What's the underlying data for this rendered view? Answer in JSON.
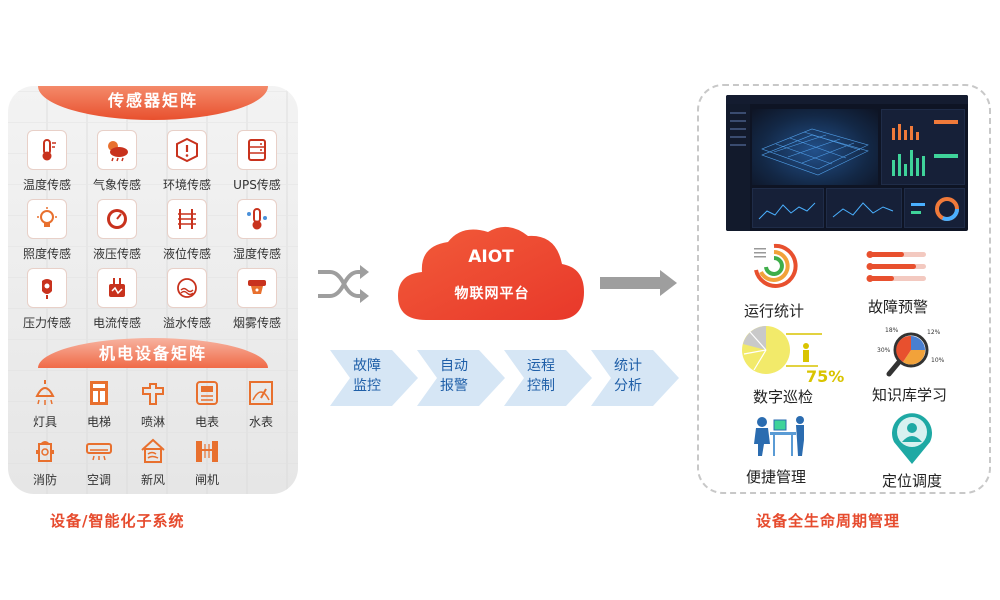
{
  "left": {
    "sensor_title": "传感器矩阵",
    "sensors": [
      {
        "label": "温度传感",
        "icon": "thermometer-icon"
      },
      {
        "label": "气象传感",
        "icon": "weather-icon"
      },
      {
        "label": "环境传感",
        "icon": "environment-warning-icon"
      },
      {
        "label": "UPS传感",
        "icon": "ups-icon"
      },
      {
        "label": "照度传感",
        "icon": "light-bulb-icon"
      },
      {
        "label": "液压传感",
        "icon": "pressure-gauge-icon"
      },
      {
        "label": "液位传感",
        "icon": "liquid-level-icon"
      },
      {
        "label": "湿度传感",
        "icon": "humidity-thermometer-icon"
      },
      {
        "label": "压力传感",
        "icon": "pressure-sensor-icon"
      },
      {
        "label": "电流传感",
        "icon": "current-sensor-icon"
      },
      {
        "label": "溢水传感",
        "icon": "water-overflow-icon"
      },
      {
        "label": "烟雾传感",
        "icon": "smoke-detector-icon"
      }
    ],
    "mech_title": "机电设备矩阵",
    "mech": [
      {
        "label": "灯具",
        "icon": "lamp-icon"
      },
      {
        "label": "电梯",
        "icon": "elevator-icon"
      },
      {
        "label": "喷淋",
        "icon": "sprinkler-icon"
      },
      {
        "label": "电表",
        "icon": "electric-meter-icon"
      },
      {
        "label": "水表",
        "icon": "water-meter-icon"
      },
      {
        "label": "消防",
        "icon": "fire-hydrant-icon"
      },
      {
        "label": "空调",
        "icon": "air-conditioner-icon"
      },
      {
        "label": "新风",
        "icon": "fresh-air-icon"
      },
      {
        "label": "闸机",
        "icon": "turnstile-icon"
      }
    ],
    "caption": "设备/智能化子系统"
  },
  "middle": {
    "cloud_line1": "AIOT",
    "cloud_line2": "物联网平台",
    "steps": [
      {
        "line1": "故障",
        "line2": "监控"
      },
      {
        "line1": "自动",
        "line2": "报警"
      },
      {
        "line1": "运程",
        "line2": "控制"
      },
      {
        "line1": "统计",
        "line2": "分析"
      }
    ]
  },
  "right": {
    "features": [
      {
        "label": "运行统计",
        "icon": "ring-chart-icon"
      },
      {
        "label": "故障预警",
        "icon": "warning-bars-icon"
      },
      {
        "label": "数字巡检",
        "icon": "pie-inspection-icon"
      },
      {
        "label": "知识库学习",
        "icon": "magnifier-chart-icon"
      },
      {
        "label": "便捷管理",
        "icon": "desk-management-icon"
      },
      {
        "label": "定位调度",
        "icon": "location-pin-icon"
      }
    ],
    "pct_text": "75%",
    "caption": "设备全生命周期管理"
  },
  "colors": {
    "accent": "#e8502e",
    "chevron": "#d6e6f5",
    "chevron_text": "#1f5fa8",
    "arrow": "#9e9e9e"
  }
}
